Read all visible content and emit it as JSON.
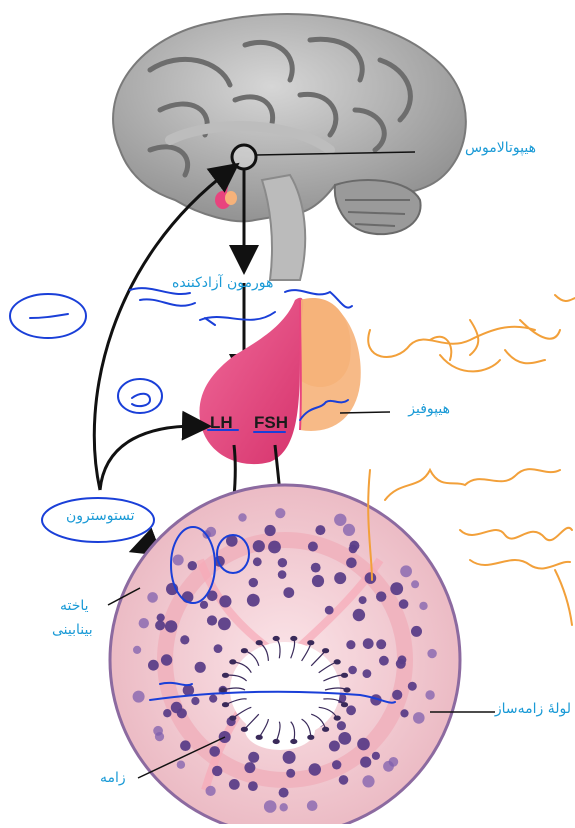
{
  "labels": {
    "hypothalamus": "هیپوتالاموس",
    "releasing_hormone": "هورمون آزادکننده",
    "pituitary": "هیپوفیز",
    "testosterone": "تستوسترون",
    "interstitial_cell_1": "یاخته",
    "interstitial_cell_2": "بینابینی",
    "seminiferous_tubule": "لولهٔ زامه‌ساز",
    "sperm": "زامه",
    "lh": "LH",
    "fsh": "FSH"
  },
  "handwriting": {
    "annotation_1": "1",
    "annotation_2": "2"
  },
  "colors": {
    "label_blue": "#1a9ad6",
    "ink_blue": "#1a3fd8",
    "ink_orange": "#f2a03a",
    "pituitary_anterior": "#e8447e",
    "pituitary_posterior": "#f6b27a",
    "tubule_bg": "#f3c7cf",
    "cell_purple": "#5b3e88"
  }
}
